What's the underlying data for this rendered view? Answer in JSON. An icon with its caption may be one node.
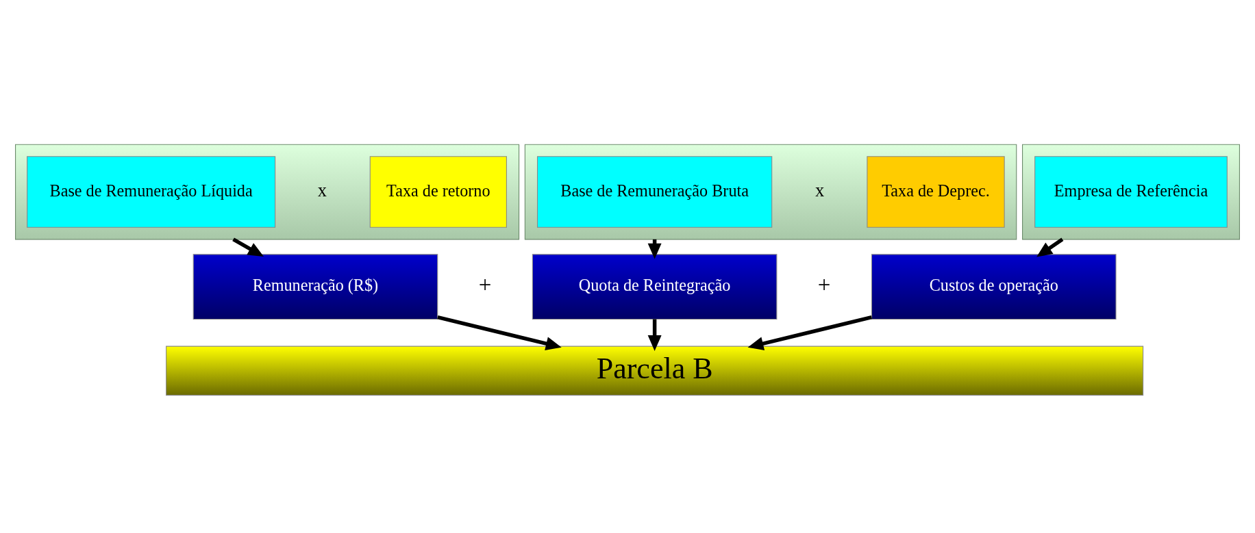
{
  "diagram": {
    "nodes": [
      {
        "text": [],
        "shape": "box"
      },
      {
        "text": [
          "Base de Remuneração Líquida"
        ],
        "in": 0
      },
      {
        "text": [
          "Taxa de retorno"
        ],
        "in": 0
      },
      {
        "text": [],
        "shape": "box"
      },
      {
        "text": [
          "Base de Remuneração Bruta"
        ],
        "in": 3
      },
      {
        "text": [
          "Taxa de Deprec."
        ],
        "in": 3
      },
      {
        "text": [],
        "shape": "box"
      },
      {
        "text": [
          "Empresa de Referência"
        ],
        "in": 6
      },
      {
        "text": [
          "Remuneração (R$)"
        ]
      },
      {
        "text": [
          "Quota de Reintegração"
        ]
      },
      {
        "text": [
          "Custos de operação"
        ]
      },
      {
        "text": [
          "Parcela B"
        ]
      }
    ],
    "edges": [
      {
        "from": 0,
        "to": 8,
        "arrow": "to"
      },
      {
        "from": 3,
        "to": 9,
        "arrow": "to"
      },
      {
        "from": 6,
        "to": 10,
        "arrow": "to"
      },
      {
        "from": 8,
        "to": 11,
        "arrow": "to"
      },
      {
        "from": 9,
        "to": 11,
        "arrow": "to"
      },
      {
        "from": 10,
        "to": 11,
        "arrow": "to"
      }
    ],
    "labels": [
      "x",
      "x",
      "+",
      "+"
    ]
  }
}
